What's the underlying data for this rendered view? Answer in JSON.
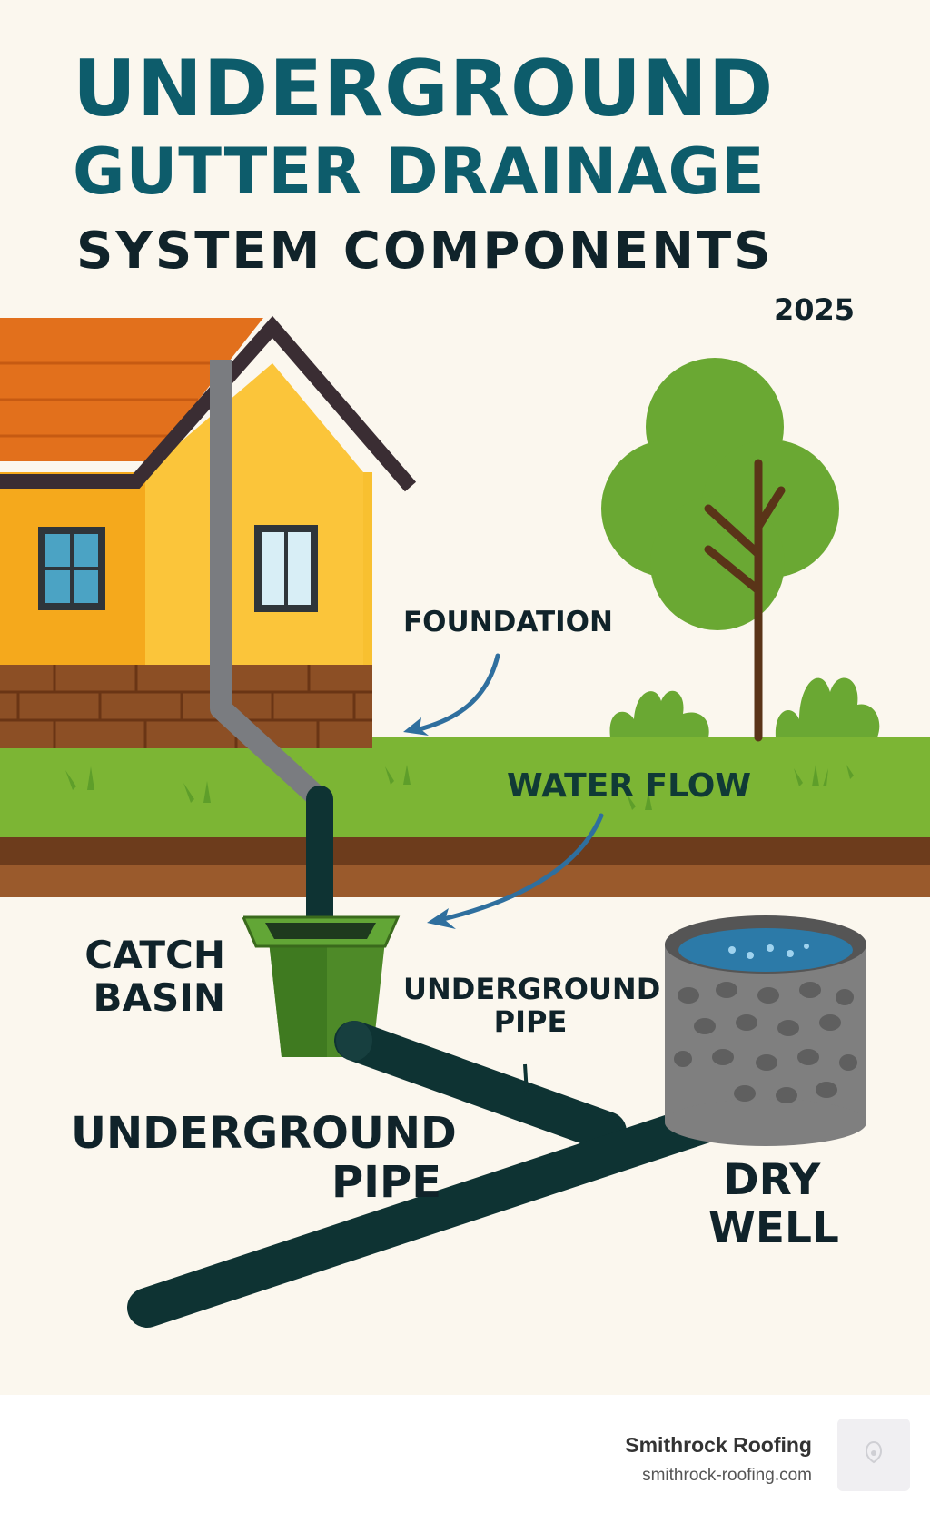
{
  "title": {
    "line1": "UNDERGROUND",
    "line2": "GUTTER DRAINAGE",
    "line3": "SYSTEM COMPONENTS",
    "year": "2025"
  },
  "labels": {
    "foundation": "FOUNDATION",
    "water_flow": "WATER FLOW",
    "catch_basin": [
      "CATCH",
      "BASIN"
    ],
    "underground_pipe_small": [
      "UNDERGROUND",
      "PIPE"
    ],
    "underground_pipe_large": [
      "UNDERGROUND",
      "PIPE"
    ],
    "dry_well": [
      "DRY",
      "WELL"
    ]
  },
  "footer": {
    "brand": "Smithrock Roofing",
    "url": "smithrock-roofing.com",
    "logo_icon": "roofing-logo-icon"
  },
  "colors": {
    "title": "#0d5c6b",
    "text": "#10232a",
    "background": "#fbf7ee",
    "roof": "#e2701c",
    "wall": "#f6b51f",
    "grass": "#7cb534",
    "soil": "#8c4f25",
    "pipe": "#0e3333",
    "arrow": "#2f6f9e",
    "basin": "#4e8a28",
    "well": "#7f7f7f",
    "water": "#2c7aa8"
  }
}
